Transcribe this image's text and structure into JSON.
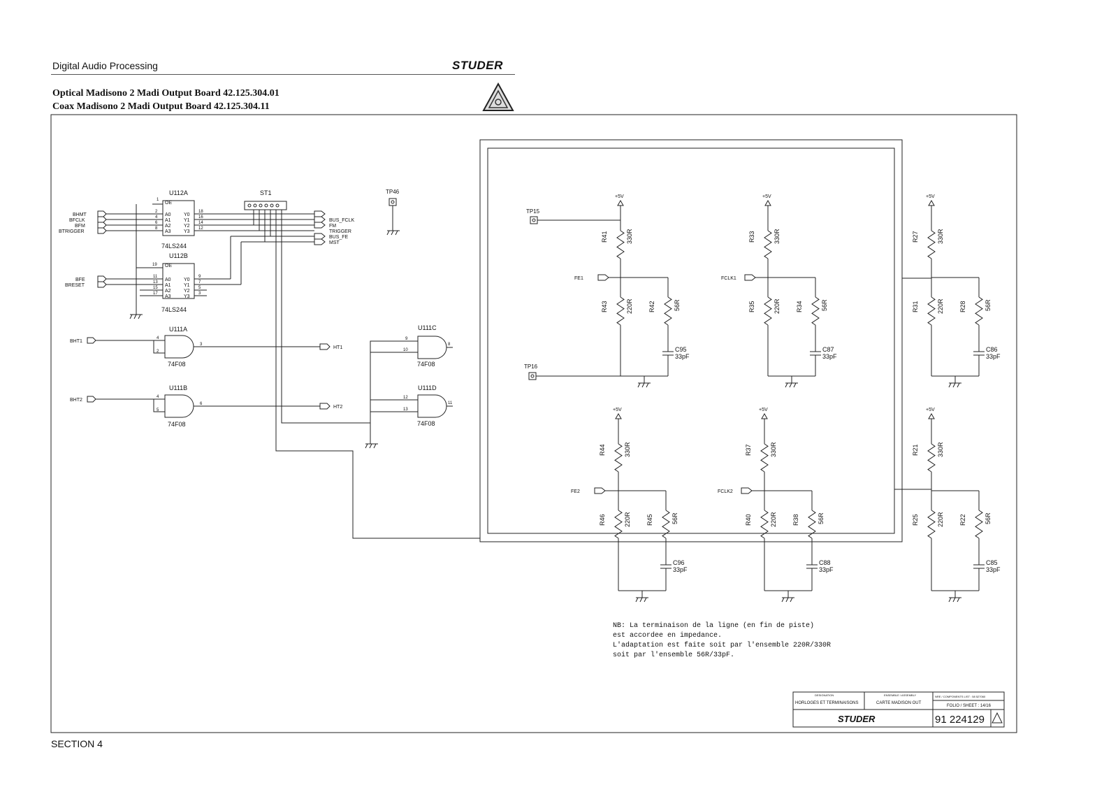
{
  "header": {
    "section_title": "Digital Audio Processing",
    "brand": "STUDER",
    "board_optical": "Optical Madisono 2 Madi Output Board   42.125.304.01",
    "board_coax": "Coax Madisono 2 Madi Output Board   42.125.304.11"
  },
  "footer": {
    "section": "SECTION 4"
  },
  "buffer_u112a": {
    "ref": "U112A",
    "part": "74LS244",
    "enable": "OE",
    "inputs": [
      "BHMT",
      "BFCLK",
      "BFM",
      "BTRIGGER"
    ],
    "input_pins": [
      "2",
      "4",
      "6",
      "8"
    ],
    "input_ports": [
      "A0",
      "A1",
      "A2",
      "A3"
    ],
    "output_ports": [
      "Y0",
      "Y1",
      "Y2",
      "Y3"
    ],
    "output_pins": [
      "18",
      "16",
      "14",
      "12"
    ],
    "enable_pin": "1"
  },
  "buffer_u112b": {
    "ref": "U112B",
    "part": "74LS244",
    "enable": "OE",
    "inputs": [
      "BFE",
      "BRESET"
    ],
    "input_pins": [
      "11",
      "13",
      "15",
      "17"
    ],
    "input_ports": [
      "A0",
      "A1",
      "A2",
      "A3"
    ],
    "output_ports": [
      "Y0",
      "Y1",
      "Y2",
      "Y3"
    ],
    "output_pins": [
      "9",
      "7",
      "5",
      "3"
    ],
    "enable_pin": "19"
  },
  "connector_st1": {
    "ref": "ST1",
    "outputs": [
      "BUS_FCLK",
      "FM",
      "TRIGGER",
      "BUS_FE",
      "MST"
    ]
  },
  "test_points": [
    "TP46",
    "TP15",
    "TP16"
  ],
  "and_gates": [
    {
      "ref": "U111A",
      "part": "74F08",
      "input": "BHT1",
      "pins": [
        "4",
        "2"
      ],
      "out_pin": "3",
      "output": "HT1"
    },
    {
      "ref": "U111B",
      "part": "74F08",
      "input": "BHT2",
      "pins": [
        "4",
        "5"
      ],
      "out_pin": "6",
      "output": "HT2"
    },
    {
      "ref": "U111C",
      "part": "74F08",
      "pins": [
        "9",
        "10"
      ],
      "out_pin": "8"
    },
    {
      "ref": "U111D",
      "part": "74F08",
      "pins": [
        "12",
        "13"
      ],
      "out_pin": "11"
    }
  ],
  "power_label": "+5V",
  "terminations": [
    {
      "pullup": "R41",
      "pullup_val": "330R",
      "signal": "FE1",
      "r_low": "R43",
      "r_low_val": "220R",
      "r_ac": "R42",
      "r_ac_val": "56R",
      "cap": "C95",
      "cap_val": "33pF"
    },
    {
      "pullup": "R33",
      "pullup_val": "330R",
      "signal": "FCLK1",
      "r_low": "R35",
      "r_low_val": "220R",
      "r_ac": "R34",
      "r_ac_val": "56R",
      "cap": "C87",
      "cap_val": "33pF"
    },
    {
      "pullup": "R27",
      "pullup_val": "330R",
      "signal": "",
      "r_low": "R31",
      "r_low_val": "220R",
      "r_ac": "R28",
      "r_ac_val": "56R",
      "cap": "C86",
      "cap_val": "33pF"
    },
    {
      "pullup": "R44",
      "pullup_val": "330R",
      "signal": "FE2",
      "r_low": "R46",
      "r_low_val": "220R",
      "r_ac": "R45",
      "r_ac_val": "56R",
      "cap": "C96",
      "cap_val": "33pF"
    },
    {
      "pullup": "R37",
      "pullup_val": "330R",
      "signal": "FCLK2",
      "r_low": "R40",
      "r_low_val": "220R",
      "r_ac": "R38",
      "r_ac_val": "56R",
      "cap": "C88",
      "cap_val": "33pF"
    },
    {
      "pullup": "R21",
      "pullup_val": "330R",
      "signal": "",
      "r_low": "R25",
      "r_low_val": "220R",
      "r_ac": "R22",
      "r_ac_val": "56R",
      "cap": "C85",
      "cap_val": "33pF"
    }
  ],
  "note": {
    "line1": "NB: La terminaison de la ligne (en fin de piste)",
    "line2": "est accordee en impedance.",
    "line3": "L'adaptation est faite soit par l'ensemble 220R/330R",
    "line4": "soit par l'ensemble 56R/33pF."
  },
  "title_block": {
    "designation_label": "DESIGNATION",
    "designation": "HORLOGES ET TERMINAISONS",
    "assembly_label": "ENSEMBLE / ASSEMBLY",
    "assembly": "CARTE MADISON OUT",
    "components_label": "NRE / COMPONENTS LIST : 58 527060",
    "sheet": "FOLIO / SHEET : 14/16",
    "brand": "STUDER",
    "drawing_number": "91 224129"
  }
}
